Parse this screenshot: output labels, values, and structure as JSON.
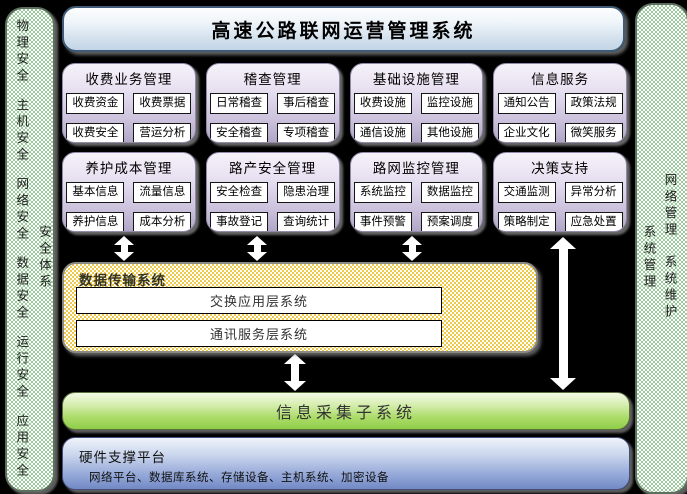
{
  "title": "高速公路联网运营管理系统",
  "security_bar": {
    "label": "安全体系",
    "items": [
      "物理安全",
      "主机安全",
      "网络安全",
      "数据安全",
      "运行安全",
      "应用安全"
    ]
  },
  "management_bar": {
    "items": [
      "网络管理",
      "系统管理",
      "系统维护"
    ]
  },
  "modules": {
    "row1": [
      {
        "title": "收费业务管理",
        "items": [
          "收费资金",
          "收费票据",
          "收费安全",
          "营运分析"
        ]
      },
      {
        "title": "稽查管理",
        "items": [
          "日常稽查",
          "事后稽查",
          "安全稽查",
          "专项稽查"
        ]
      },
      {
        "title": "基础设施管理",
        "items": [
          "收费设施",
          "监控设施",
          "通信设施",
          "其他设施"
        ]
      },
      {
        "title": "信息服务",
        "items": [
          "通知公告",
          "政策法规",
          "企业文化",
          "微笑服务"
        ]
      }
    ],
    "row2": [
      {
        "title": "养护成本管理",
        "items": [
          "基本信息",
          "流量信息",
          "养护信息",
          "成本分析"
        ]
      },
      {
        "title": "路产安全管理",
        "items": [
          "安全检查",
          "隐患治理",
          "事故登记",
          "查询统计"
        ]
      },
      {
        "title": "路网监控管理",
        "items": [
          "系统监控",
          "数据监控",
          "事件预警",
          "预案调度"
        ]
      },
      {
        "title": "决策支持",
        "items": [
          "交通监测",
          "异常分析",
          "策略制定",
          "应急处置"
        ]
      }
    ]
  },
  "transport": {
    "title": "数据传输系统",
    "layers": [
      "交换应用层系统",
      "通讯服务层系统"
    ]
  },
  "collection": {
    "title": "信息采集子系统"
  },
  "hardware": {
    "title": "硬件支撑平台",
    "subtitle": "网络平台、数据库系统、存储设备、主机系统、加密设备"
  },
  "colors": {
    "background": "#000000",
    "title_box": "#c2d4e6",
    "module_gradient_top": "#f5f2f9",
    "module_gradient_bottom": "#b0a5c6",
    "transport_yellow": "#eec94a",
    "collection_green": "#8fce48",
    "hardware_blue": "#7289c5",
    "sidebar_green": "#9bcb9d",
    "arrow_white": "#ffffff"
  }
}
